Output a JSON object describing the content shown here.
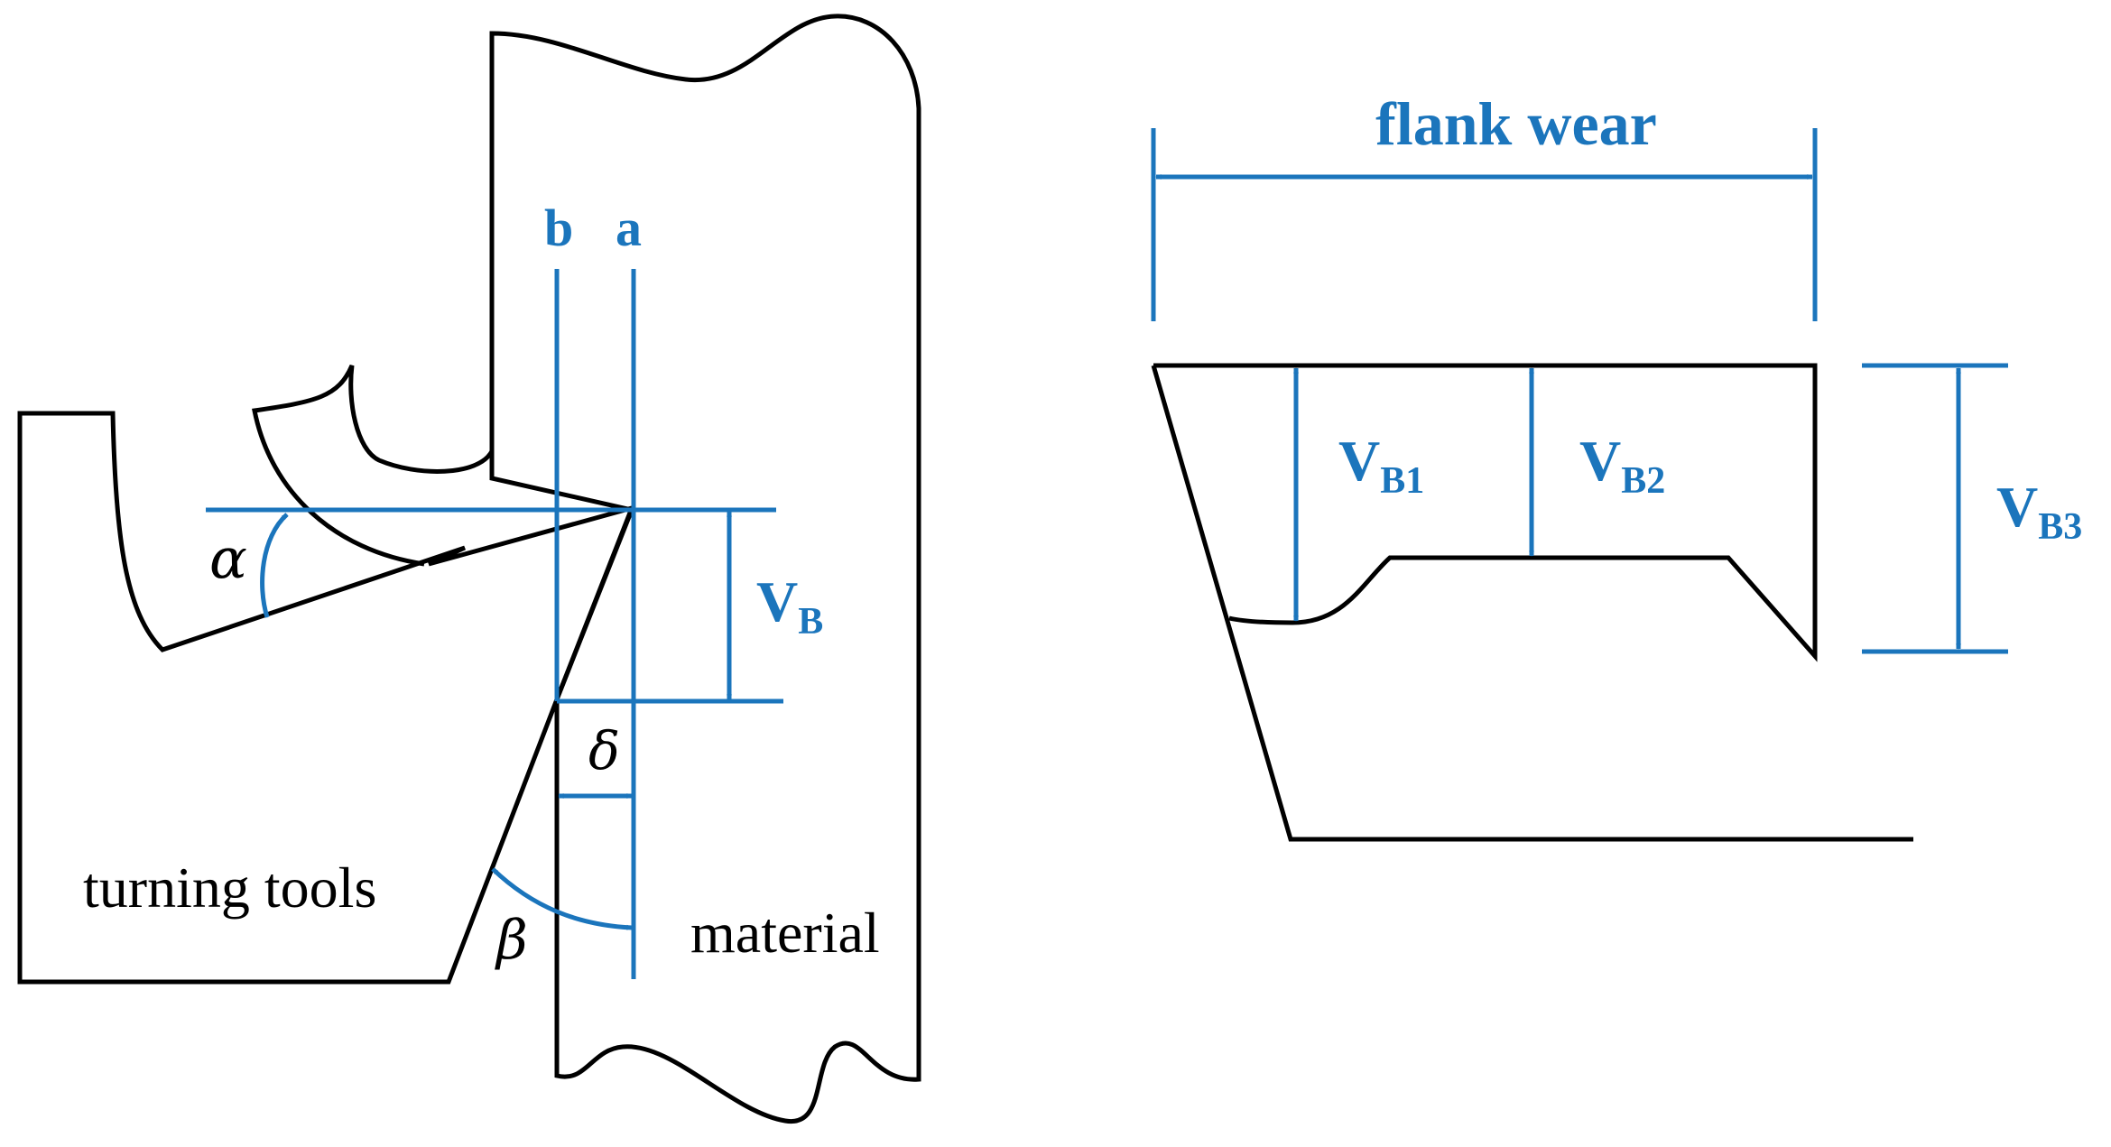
{
  "colors": {
    "accent_blue": "#1B75BC",
    "outline": "#000000",
    "background": "#FFFFFF"
  },
  "left_figure": {
    "label_b": "b",
    "label_a": "a",
    "vb_main": "V",
    "vb_sub": "B",
    "alpha": "α",
    "beta": "β",
    "delta": "δ",
    "tool_label": "turning tools",
    "material_label": "material"
  },
  "right_figure": {
    "flank_wear_label": "flank wear",
    "vb1_main": "V",
    "vb1_sub": "B1",
    "vb2_main": "V",
    "vb2_sub": "B2",
    "vb3_main": "V",
    "vb3_sub": "B3"
  }
}
